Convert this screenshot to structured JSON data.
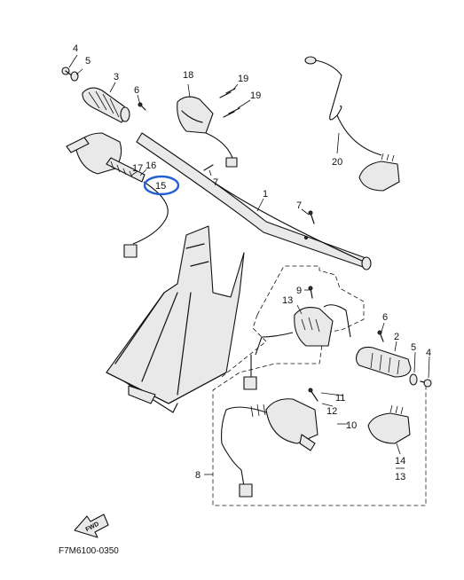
{
  "diagram": {
    "callouts": {
      "c1": "1",
      "c2": "2",
      "c3": "3",
      "c4a": "4",
      "c4b": "4",
      "c5a": "5",
      "c5b": "5",
      "c6a": "6",
      "c6b": "6",
      "c7a": "7",
      "c7b": "7",
      "c8": "8",
      "c9": "9",
      "c10": "10",
      "c11": "11",
      "c12": "12",
      "c13a": "13",
      "c13b": "13",
      "c14": "14",
      "c15": "15",
      "c16": "16",
      "c17": "17",
      "c18": "18",
      "c19a": "19",
      "c19b": "19",
      "c20": "20"
    },
    "highlighted_part": "15",
    "highlight_color": "#1f5fd0",
    "fwd_label": "FWD",
    "drawing_code": "F7M6100-0350"
  }
}
